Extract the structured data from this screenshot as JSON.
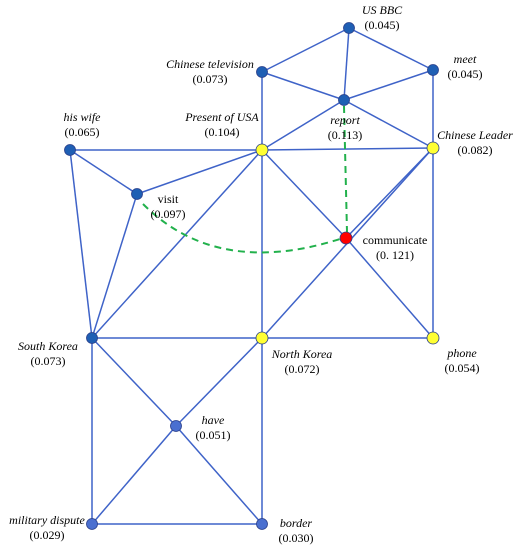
{
  "colors": {
    "edge": "#3f63c8",
    "highlight_path": "#22b14c",
    "node_default": "#1f5fb4",
    "node_low": "#4a6fd0",
    "node_selected": "#ffff33",
    "node_center": "#ff0000"
  },
  "nodes": [
    {
      "id": "us_bbc",
      "name": "US BBC",
      "value": "(0.045)",
      "color": "#1f5fb4"
    },
    {
      "id": "chinese_television",
      "name": "Chinese television",
      "value": "(0.073)",
      "color": "#1f5fb4"
    },
    {
      "id": "meet",
      "name": "meet",
      "value": "(0.045)",
      "color": "#1f5fb4"
    },
    {
      "id": "report",
      "name": "report",
      "value": "(0.113)",
      "color": "#1f5fb4"
    },
    {
      "id": "his_wife",
      "name": "his wife",
      "value": "(0.065)",
      "color": "#1f5fb4"
    },
    {
      "id": "present_usa",
      "name": "Present of USA",
      "value": "(0.104)",
      "color": "#ffff33"
    },
    {
      "id": "chinese_leader",
      "name": "Chinese Leader",
      "value": "(0.082)",
      "color": "#ffff33"
    },
    {
      "id": "visit",
      "name": "visit",
      "value": "(0.097)",
      "color": "#1f5fb4"
    },
    {
      "id": "communicate",
      "name": "communicate",
      "value": "(0. 121)",
      "color": "#ff0000"
    },
    {
      "id": "south_korea",
      "name": "South Korea",
      "value": "(0.073)",
      "color": "#1f5fb4"
    },
    {
      "id": "north_korea",
      "name": "North Korea",
      "value": "(0.072)",
      "color": "#ffff33"
    },
    {
      "id": "phone",
      "name": "phone",
      "value": "(0.054)",
      "color": "#ffff33"
    },
    {
      "id": "have",
      "name": "have",
      "value": "(0.051)",
      "color": "#4a6fd0"
    },
    {
      "id": "military_dispute",
      "name": "military dispute",
      "value": "(0.029)",
      "color": "#4a6fd0"
    },
    {
      "id": "border",
      "name": "border",
      "value": "(0.030)",
      "color": "#4a6fd0"
    }
  ],
  "edges": [
    [
      "us_bbc",
      "chinese_television"
    ],
    [
      "us_bbc",
      "meet"
    ],
    [
      "us_bbc",
      "report"
    ],
    [
      "chinese_television",
      "report"
    ],
    [
      "meet",
      "report"
    ],
    [
      "chinese_television",
      "present_usa"
    ],
    [
      "meet",
      "chinese_leader"
    ],
    [
      "report",
      "present_usa"
    ],
    [
      "report",
      "chinese_leader"
    ],
    [
      "his_wife",
      "present_usa"
    ],
    [
      "present_usa",
      "chinese_leader"
    ],
    [
      "his_wife",
      "visit"
    ],
    [
      "his_wife",
      "south_korea"
    ],
    [
      "visit",
      "present_usa"
    ],
    [
      "visit",
      "south_korea"
    ],
    [
      "present_usa",
      "south_korea"
    ],
    [
      "present_usa",
      "north_korea"
    ],
    [
      "present_usa",
      "communicate"
    ],
    [
      "chinese_leader",
      "communicate"
    ],
    [
      "chinese_leader",
      "north_korea"
    ],
    [
      "chinese_leader",
      "phone"
    ],
    [
      "communicate",
      "phone"
    ],
    [
      "south_korea",
      "north_korea"
    ],
    [
      "north_korea",
      "phone"
    ],
    [
      "south_korea",
      "have"
    ],
    [
      "north_korea",
      "have"
    ],
    [
      "south_korea",
      "military_dispute"
    ],
    [
      "have",
      "military_dispute"
    ],
    [
      "have",
      "border"
    ],
    [
      "north_korea",
      "border"
    ],
    [
      "military_dispute",
      "border"
    ]
  ],
  "highlight_paths": [
    [
      "report",
      "communicate"
    ],
    [
      "visit",
      "communicate"
    ]
  ]
}
